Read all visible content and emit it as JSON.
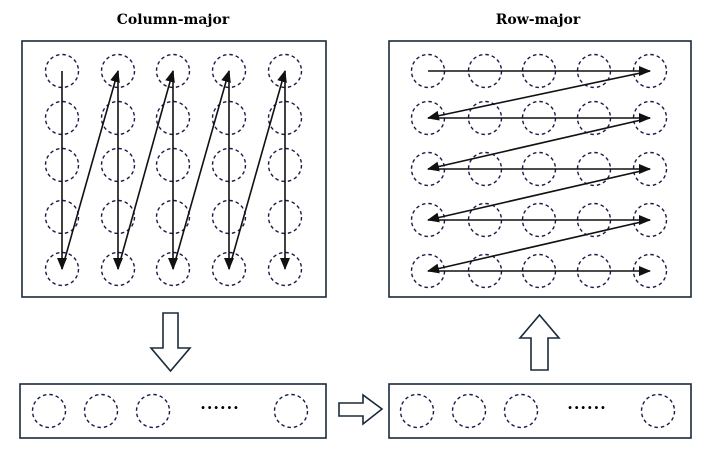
{
  "left_panel": {
    "title": "Column-major",
    "rows": 5,
    "cols": 5,
    "order": "column"
  },
  "right_panel": {
    "title": "Row-major",
    "rows": 5,
    "cols": 5,
    "order": "row"
  },
  "bottom_left_strip": {
    "visible_circles": 4,
    "ellipsis": "······"
  },
  "bottom_right_strip": {
    "visible_circles": 4,
    "ellipsis": "······"
  },
  "flow_arrows": [
    "down",
    "right",
    "up"
  ]
}
